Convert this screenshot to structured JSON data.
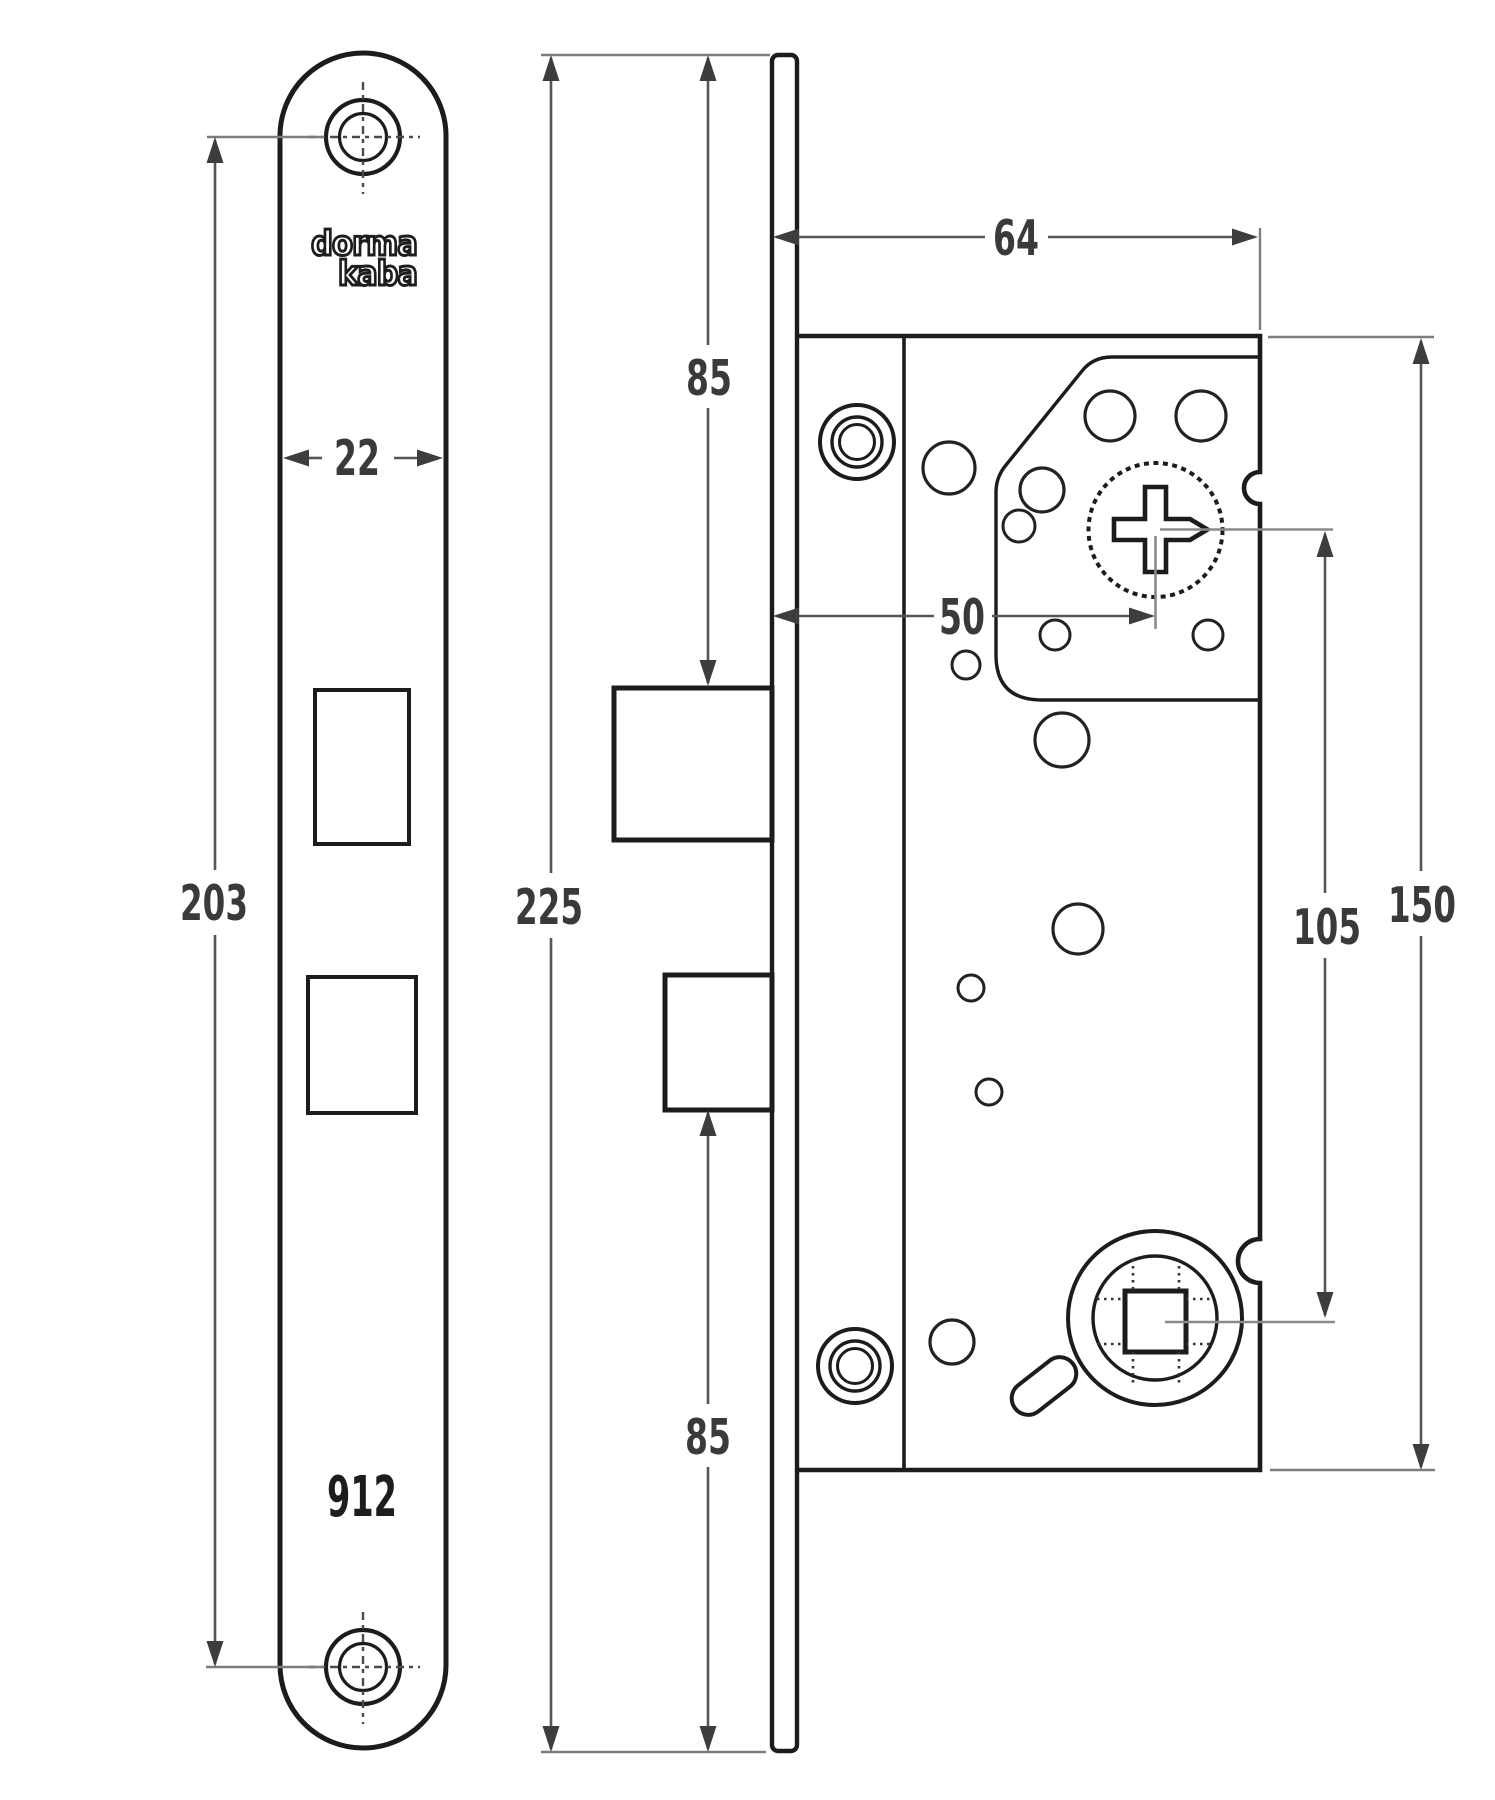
{
  "drawing": {
    "logo": {
      "line1": "dorma",
      "line2": "kaba"
    },
    "model": "912",
    "labels": {
      "faceplate_width": "22",
      "screw_hole_spacing": "203",
      "forend_total_height": "225",
      "top_to_latch": "85",
      "deadbolt_to_bottom": "85",
      "case_depth": "64",
      "backset": "50",
      "cylinder_to_spindle": "105",
      "case_height": "150"
    },
    "colors": {
      "outline": "#1c1c1c",
      "dimension_line": "#565656",
      "extension_line": "#7d7d7d",
      "arrowhead": "#3d3d3d",
      "label_text": "#3a3a3a",
      "background": "#ffffff"
    }
  }
}
